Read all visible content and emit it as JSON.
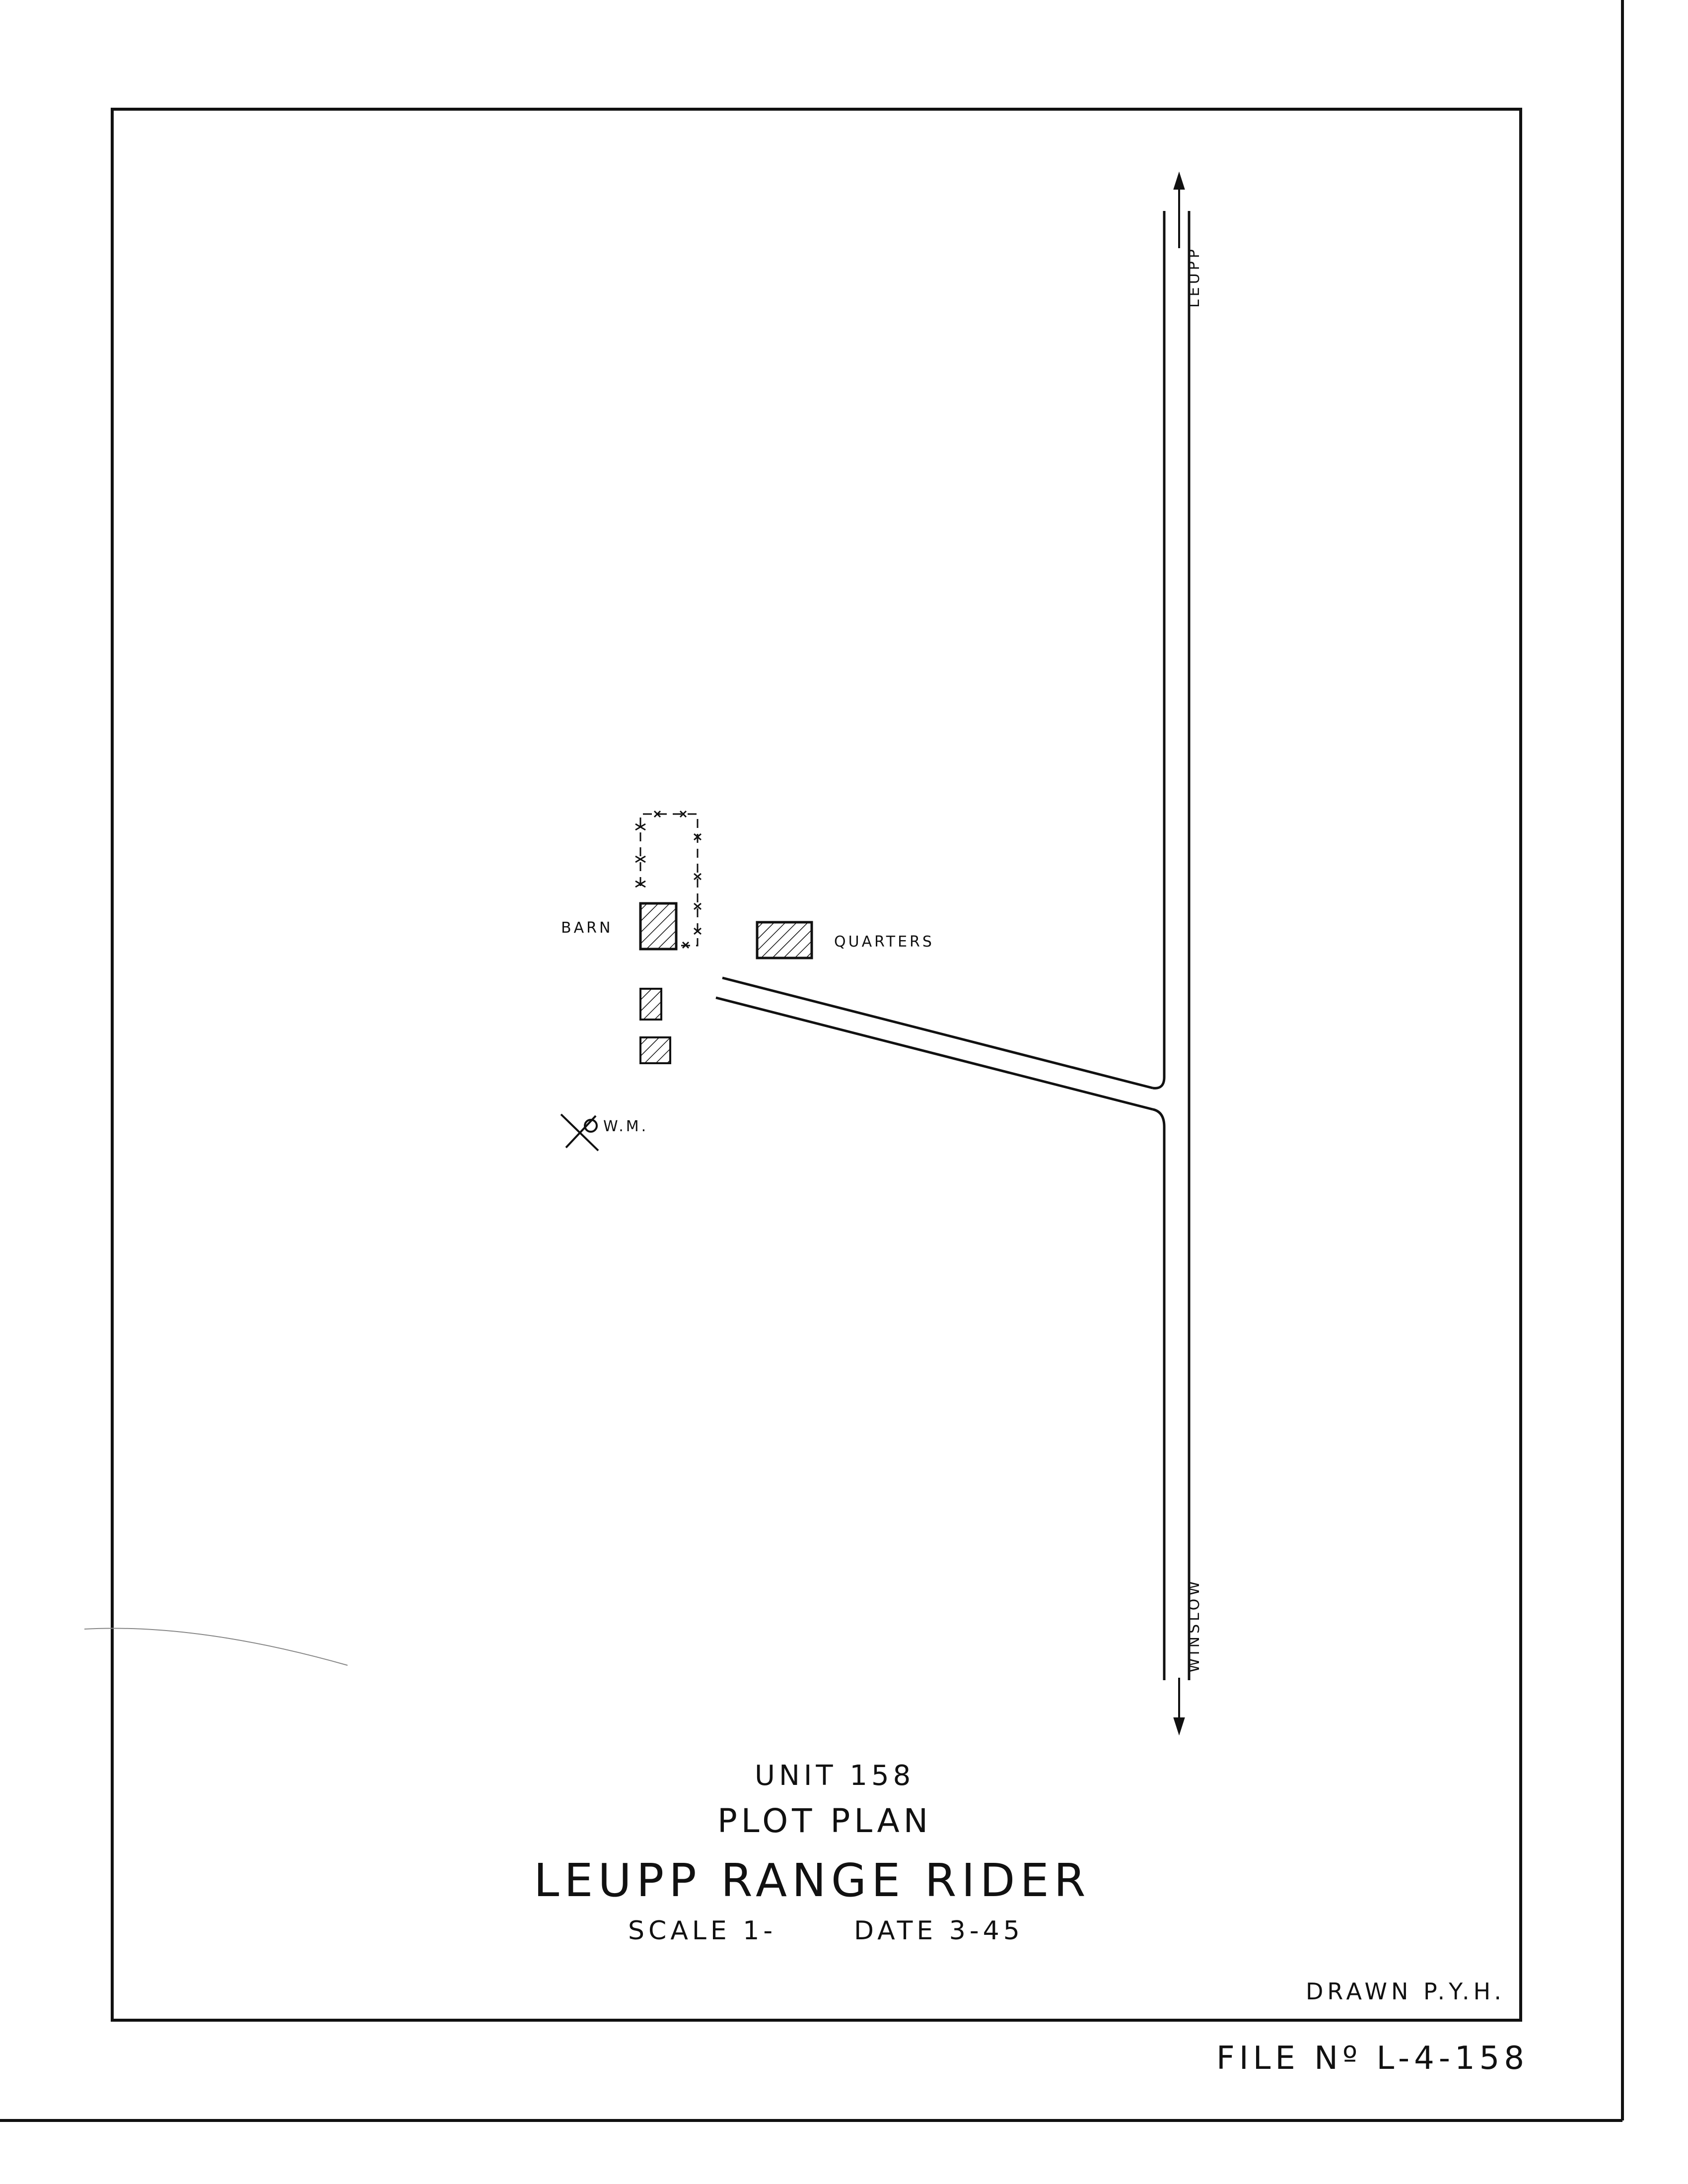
{
  "labels": {
    "barn": "BARN",
    "quarters": "QUARTERS",
    "windmill": "W.M.",
    "road_north": "LEUPP",
    "road_south": "WINSLOW"
  },
  "title_block": {
    "unit": "UNIT 158",
    "plan_type": "PLOT PLAN",
    "name": "LEUPP RANGE RIDER",
    "scale": "SCALE 1-",
    "date": "DATE 3-45",
    "drawn": "DRAWN P.Y.H.",
    "file_no": "FILE Nº L-4-158"
  },
  "colors": {
    "ink": "#111111",
    "paper": "#ffffff"
  }
}
